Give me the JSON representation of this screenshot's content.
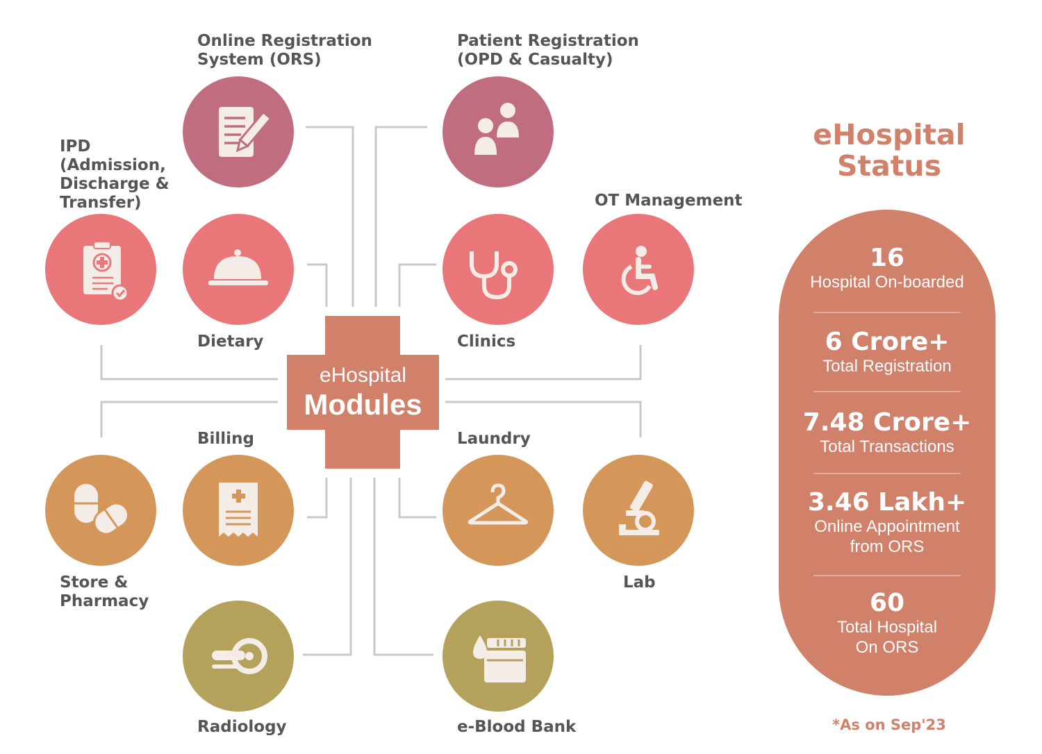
{
  "colors": {
    "mauve": "#bf6d7f",
    "pink": "#e9777a",
    "orange": "#d5965a",
    "olive": "#b3a15c",
    "terracotta": "#d1806a",
    "connector": "#c8c8c8",
    "label": "#555555"
  },
  "hub": {
    "line1": "eHospital",
    "line2": "Modules"
  },
  "modules": [
    {
      "label": "Online Registration\nSystem (ORS)",
      "icon": "document-pen-icon",
      "color": "mauve"
    },
    {
      "label": "Patient Registration\n(OPD & Casualty)",
      "icon": "patients-icon",
      "color": "mauve"
    },
    {
      "label": "IPD\n(Admission,\nDischarge &\nTransfer)",
      "icon": "clipboard-medical-icon",
      "color": "pink"
    },
    {
      "label": "Dietary",
      "icon": "food-cloche-icon",
      "color": "pink"
    },
    {
      "label": "Clinics",
      "icon": "stethoscope-icon",
      "color": "pink"
    },
    {
      "label": "OT Management",
      "icon": "wheelchair-icon",
      "color": "pink"
    },
    {
      "label": "Store &\nPharmacy",
      "icon": "pills-icon",
      "color": "orange"
    },
    {
      "label": "Billing",
      "icon": "medical-bill-icon",
      "color": "orange"
    },
    {
      "label": "Laundry",
      "icon": "hanger-icon",
      "color": "orange"
    },
    {
      "label": "Lab",
      "icon": "microscope-icon",
      "color": "orange"
    },
    {
      "label": "Radiology",
      "icon": "mri-scanner-icon",
      "color": "olive"
    },
    {
      "label": "e-Blood Bank",
      "icon": "blood-sample-icon",
      "color": "olive"
    }
  ],
  "status": {
    "title": "eHospital\nStatus",
    "items": [
      {
        "value": "16",
        "desc": "Hospital On-boarded"
      },
      {
        "value": "6 Crore+",
        "desc": "Total Registration"
      },
      {
        "value": "7.48 Crore+",
        "desc": "Total Transactions"
      },
      {
        "value": "3.46 Lakh+",
        "desc": "Online Appointment\nfrom ORS"
      },
      {
        "value": "60",
        "desc": "Total Hospital\nOn ORS"
      }
    ],
    "footnote": "*As on Sep'23"
  }
}
